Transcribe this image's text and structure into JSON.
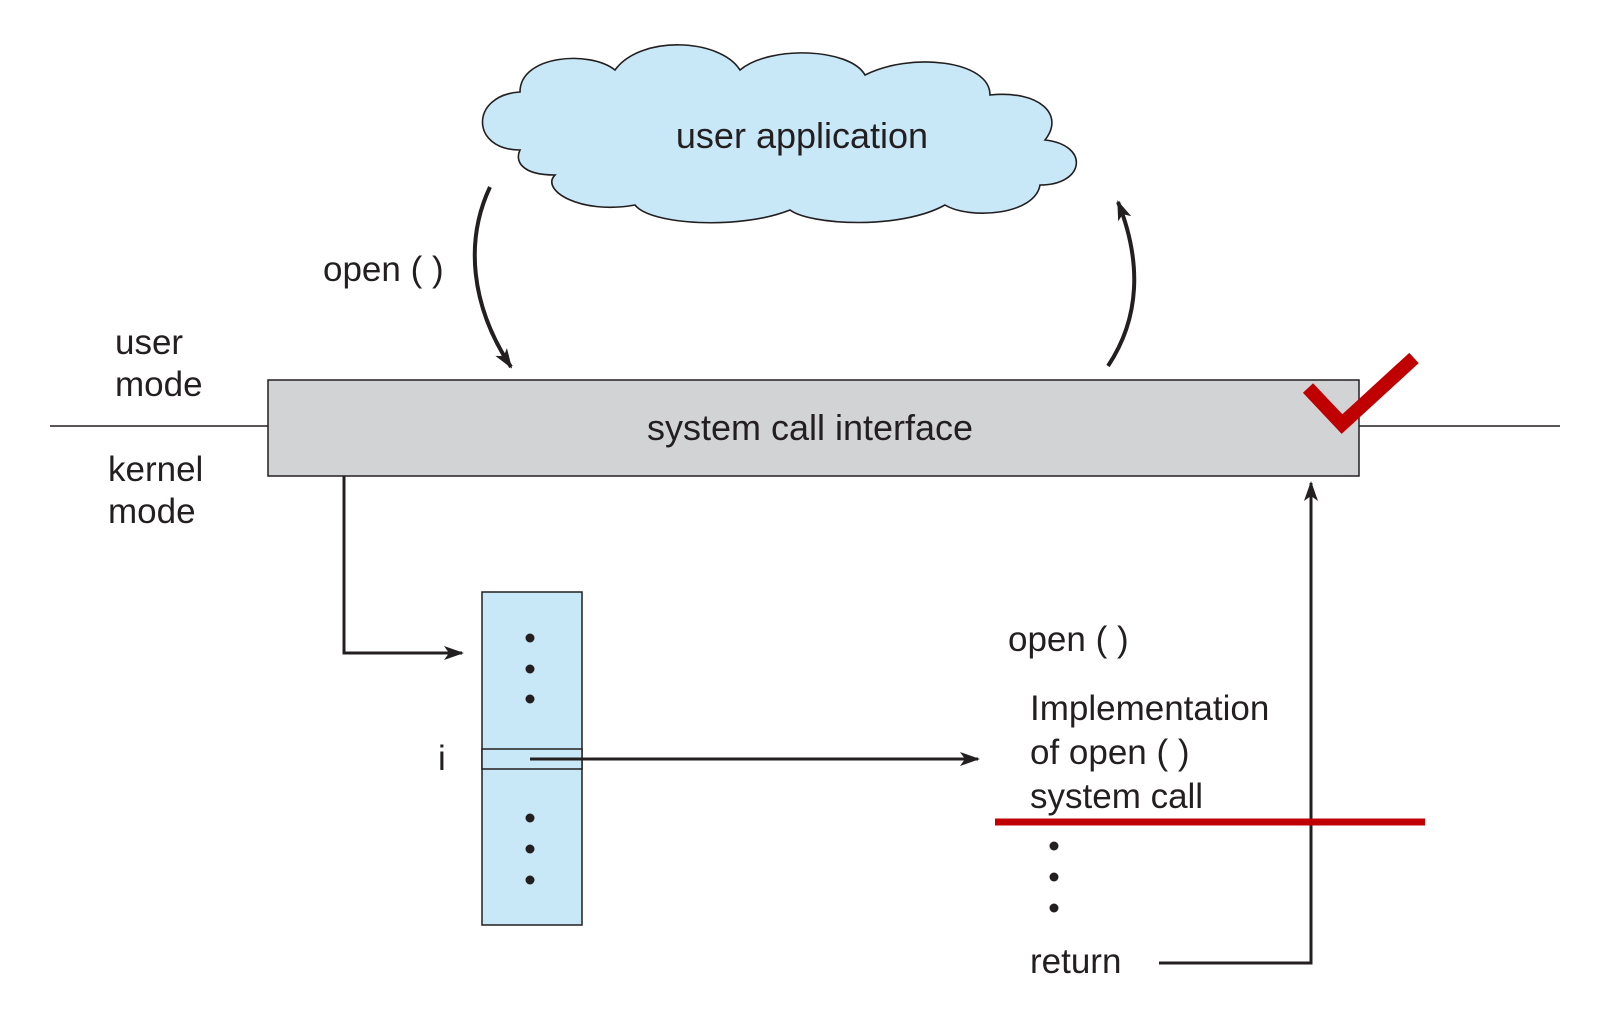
{
  "user_application": "user application",
  "syscall_label": "open ( )",
  "mode_labels": {
    "user_line1": "user",
    "user_line2": "mode",
    "kernel_line1": "kernel",
    "kernel_line2": "mode"
  },
  "system_call_interface": "system call interface",
  "table_index": "i",
  "implementation": {
    "header": "open ( )",
    "line1": "Implementation",
    "line2": "of open ( )",
    "line3": "system call",
    "return_label": "return"
  },
  "colors": {
    "cloud_fill": "#c8e8f7",
    "table_fill": "#c8e8f7",
    "interface_fill": "#d2d3d5",
    "line": "#231f20",
    "annotation_red": "#c00000"
  }
}
